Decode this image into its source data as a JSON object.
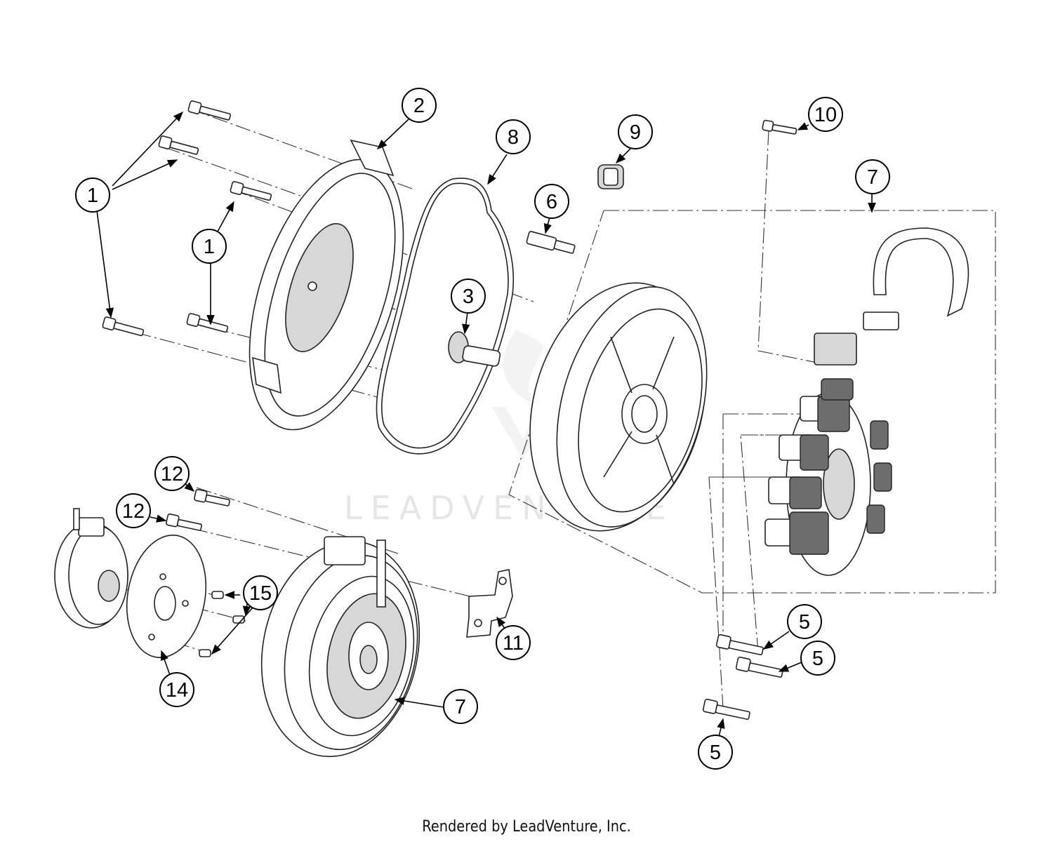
{
  "watermark": "LEADVENTURE",
  "footer": "Rendered by LeadVenture, Inc.",
  "callouts": [
    "1",
    "1",
    "2",
    "8",
    "9",
    "10",
    "7",
    "6",
    "3",
    "12",
    "12",
    "15",
    "11",
    "14",
    "7",
    "5",
    "5",
    "5"
  ]
}
